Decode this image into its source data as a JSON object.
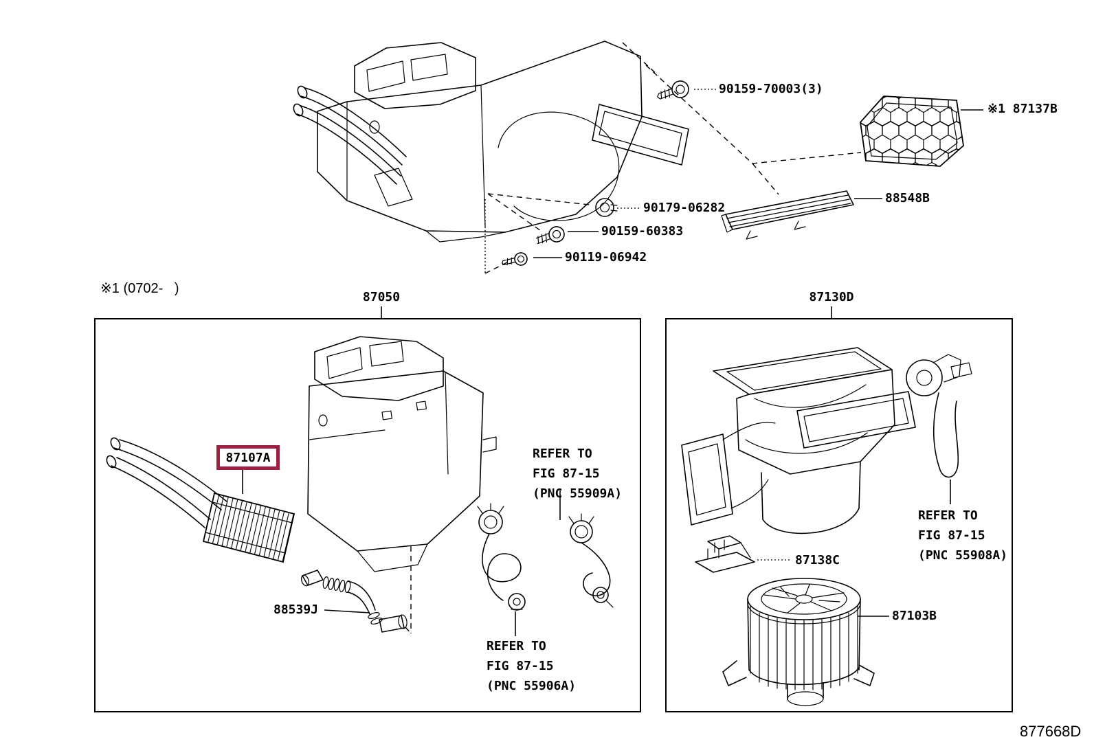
{
  "doc": {
    "figure_code": "877668D",
    "footnote": "※1 (0702-   )"
  },
  "top_assembly": {
    "screw_a": "90159-70003(3)",
    "filter": "※1 87137B",
    "grille": "88548B",
    "grommet": "90179-06282",
    "screw_b": "90159-60383",
    "bolt": "90119-06942"
  },
  "heater_box": {
    "title": "87050",
    "heater_core": "87107A",
    "water_hose": "88539J",
    "refer_note_a": {
      "line1": "REFER TO",
      "line2": "FIG 87-15",
      "line3": "(PNC 55909A)"
    },
    "refer_note_b": {
      "line1": "REFER TO",
      "line2": "FIG 87-15",
      "line3": "(PNC 55906A)"
    }
  },
  "blower_box": {
    "title": "87130D",
    "resistor": "87138C",
    "blower_motor": "87103B",
    "refer_note_c": {
      "line1": "REFER TO",
      "line2": "FIG 87-15",
      "line3": "(PNC 55908A)"
    }
  },
  "colors": {
    "highlight": "#9e2043",
    "line": "#000000",
    "background": "#ffffff"
  }
}
